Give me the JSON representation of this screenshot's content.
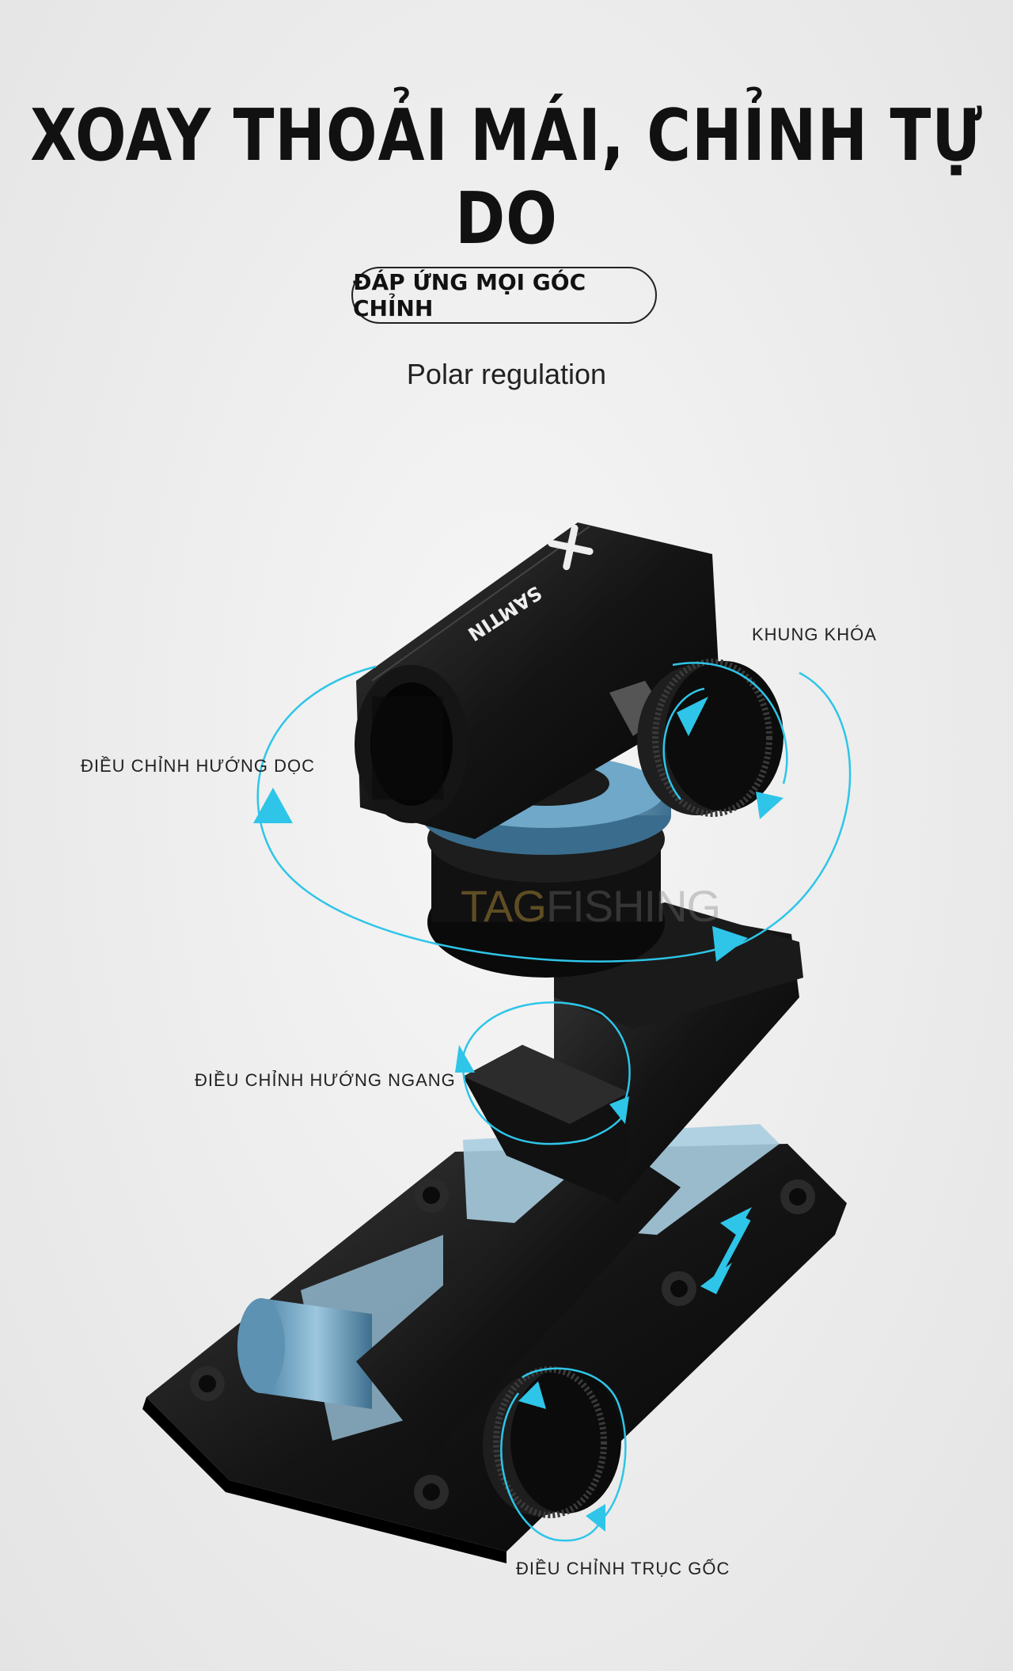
{
  "header": {
    "title": "XOAY THOẢI MÁI, CHỈNH TỰ DO",
    "badge": "ĐÁP ỨNG MỌI GÓC CHỈNH",
    "subtitle": "Polar regulation"
  },
  "callouts": {
    "lock_frame": "KHUNG KHÓA",
    "vertical_adjust": "ĐIỀU CHỈNH HƯỚNG DỌC",
    "horizontal_adjust": "ĐIỀU CHỈNH HƯỚNG NGANG",
    "base_axis_adjust": "ĐIỀU CHỈNH TRỤC GỐC"
  },
  "product": {
    "brand_mark": "SAMTIN"
  },
  "watermark": {
    "part1": "TAG",
    "part2": "FISHING"
  },
  "colors": {
    "accent_arrow": "#2ec5e8",
    "product_body": "#111111",
    "metal_blue": "#6fa8c8"
  }
}
